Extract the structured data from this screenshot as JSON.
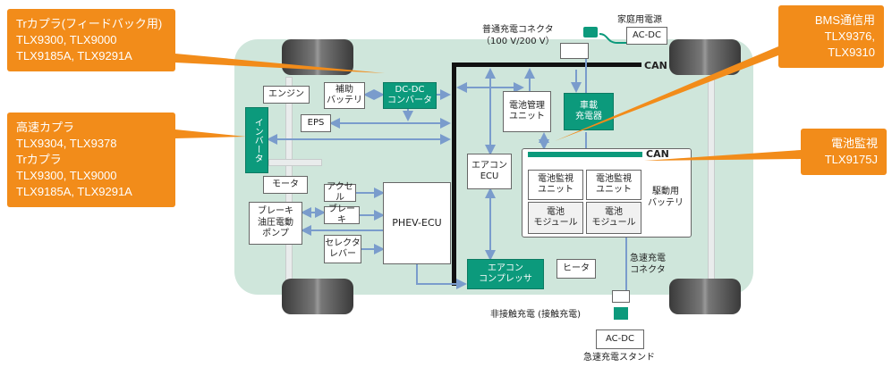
{
  "callouts": {
    "tr_feedback": {
      "title": "Trカプラ(フィードバック用)",
      "lines": [
        "TLX9300, TLX9000",
        "TLX9185A, TLX9291A"
      ]
    },
    "high_speed": {
      "title": "高速カプラ",
      "lines": [
        "TLX9304, TLX9378",
        "Trカプラ",
        "TLX9300, TLX9000",
        "TLX9185A, TLX9291A"
      ]
    },
    "bms": {
      "title": "BMS通信用",
      "lines": [
        "TLX9376,",
        "TLX9310"
      ]
    },
    "battery_monitor": {
      "title": "電池監視",
      "lines": [
        "TLX9175J"
      ]
    }
  },
  "components": {
    "engine": "エンジン",
    "aux_battery": [
      "補助",
      "バッテリ"
    ],
    "dcdc": [
      "DC-DC",
      "コンバータ"
    ],
    "eps": "EPS",
    "inverter": "インバータ",
    "motor": "モータ",
    "accel": "アクセル",
    "brake": "ブレーキ",
    "brake_pump": [
      "ブレーキ",
      "油圧電動",
      "ポンプ"
    ],
    "selector": [
      "セレクタ",
      "レバー"
    ],
    "phev_ecu": "PHEV-ECU",
    "aircon_ecu": [
      "エアコン",
      "ECU"
    ],
    "aircon_comp": [
      "エアコン",
      "コンプレッサ"
    ],
    "heater": "ヒータ",
    "battery_mgmt": [
      "電池管理",
      "ユニット"
    ],
    "onboard_charger": [
      "車載",
      "充電器"
    ],
    "monitor_unit": [
      "電池監視",
      "ユニット"
    ],
    "battery_module": [
      "電池",
      "モジュール"
    ],
    "drive_battery": [
      "駆動用",
      "バッテリ"
    ],
    "acdc": "AC-DC"
  },
  "labels": {
    "can": "CAN",
    "normal_connector": [
      "普通充電コネクタ",
      "（100 V/200 V）"
    ],
    "home_power": "家庭用電源",
    "fast_connector": [
      "急速充電",
      "コネクタ"
    ],
    "wireless": "非接触充電 (接触充電)",
    "fast_stand": "急速充電スタンド"
  },
  "colors": {
    "callout": "#f28c1a",
    "chassis": "#cfe6db",
    "green": "#0c9a7c",
    "arrow": "#7a9ccc"
  }
}
